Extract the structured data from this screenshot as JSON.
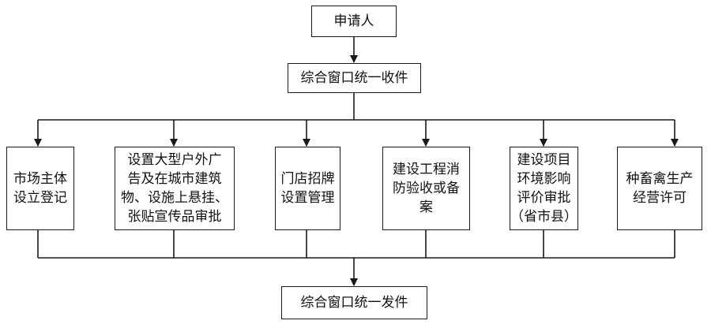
{
  "diagram": {
    "applicant": "申请人",
    "receive": "综合窗口统一收件",
    "dispatch": "综合窗口统一发件",
    "processes": [
      "市场主体\n设立登记",
      "设置大型户外广\n告及在城市建筑\n物、设施上悬挂、\n张贴宣传品审批",
      "门店招牌\n设置管理",
      "建设工程消\n防验收或备\n案",
      "建设项目\n环境影响\n评价审批\n（省市县）",
      "种畜禽生产\n经营许可"
    ],
    "colors": {
      "line": "#1a1a1a",
      "background": "#ffffff"
    }
  }
}
